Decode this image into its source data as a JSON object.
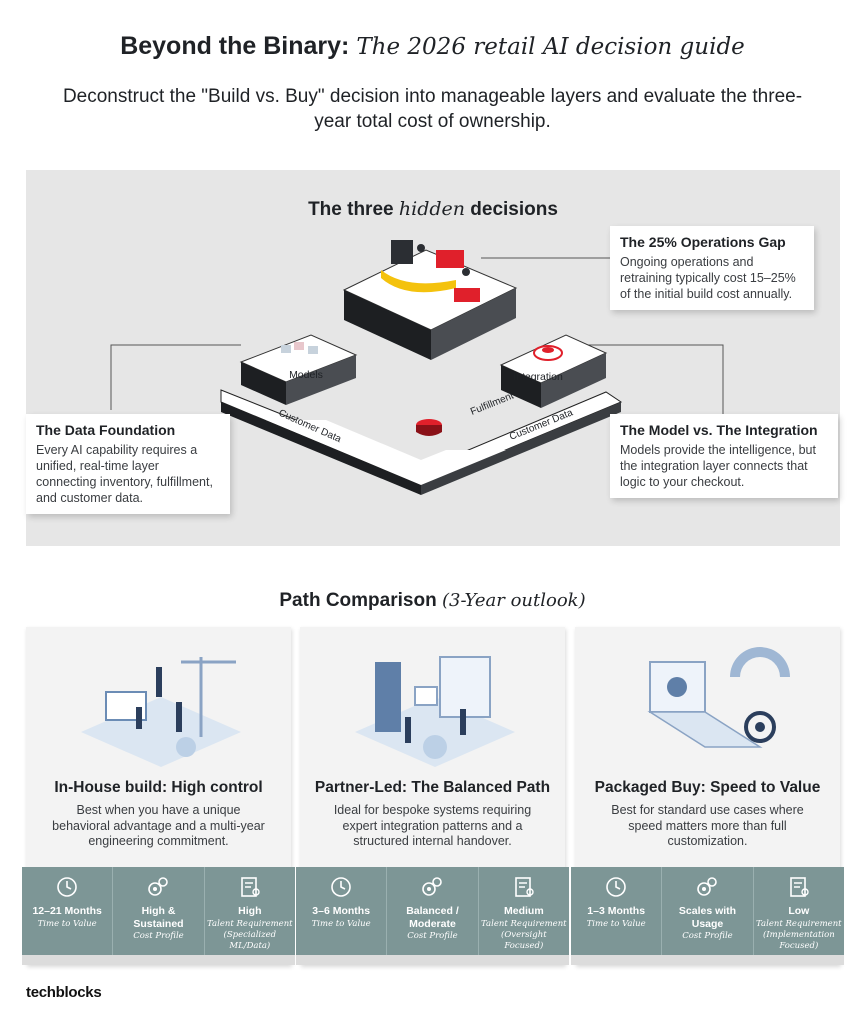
{
  "header": {
    "title_bold": "Beyond the Binary:",
    "title_italic": "The 2026 retail AI decision guide",
    "subtitle": "Deconstruct the \"Build vs. Buy\" decision into manageable layers and evaluate the three-year total cost of ownership."
  },
  "hidden_decisions": {
    "title_pre": "The three",
    "title_italic": "hidden",
    "title_post": "decisions",
    "platform_labels": {
      "models": "Models",
      "integration": "Integration",
      "fulfillment": "Fulfillment",
      "customer_data_left": "Customer Data",
      "customer_data_right": "Customer Data"
    },
    "notes": {
      "ops_gap": {
        "title": "The 25% Operations Gap",
        "text": "Ongoing operations and retraining typically cost 15–25% of the initial build cost annually."
      },
      "data_foundation": {
        "title": "The Data Foundation",
        "text": "Every AI capability requires a unified, real-time layer connecting inventory, fulfillment, and customer data."
      },
      "model_vs_integration": {
        "title": "The Model vs. The Integration",
        "text": "Models provide the intelligence, but the integration layer connects that logic to your checkout."
      }
    }
  },
  "comparison": {
    "title": "Path Comparison",
    "title_italic": "(3-Year outlook)",
    "cards": [
      {
        "title": "In-House build: High control",
        "description": "Best when you have a unique behavioral advantage and a multi-year engineering commitment.",
        "metrics": [
          {
            "icon": "clock-icon",
            "value": "12–21 Months",
            "label": "Time to Value"
          },
          {
            "icon": "gears-money-icon",
            "value": "High & Sustained",
            "label": "Cost Profile"
          },
          {
            "icon": "checklist-person-icon",
            "value": "High",
            "label": "Talent Requirement (Specialized ML/Data)"
          }
        ]
      },
      {
        "title": "Partner-Led: The Balanced Path",
        "description": "Ideal for bespoke systems requiring expert integration patterns and a structured internal handover.",
        "metrics": [
          {
            "icon": "clock-icon",
            "value": "3–6 Months",
            "label": "Time to Value"
          },
          {
            "icon": "gears-money-icon",
            "value": "Balanced / Moderate",
            "label": "Cost Profile"
          },
          {
            "icon": "checklist-person-icon",
            "value": "Medium",
            "label": "Talent Requirement (Oversight Focused)"
          }
        ]
      },
      {
        "title": "Packaged Buy: Speed to Value",
        "description": "Best for standard use cases where speed matters more than full customization.",
        "metrics": [
          {
            "icon": "clock-icon",
            "value": "1–3 Months",
            "label": "Time to Value"
          },
          {
            "icon": "gears-money-icon",
            "value": "Scales with Usage",
            "label": "Cost Profile"
          },
          {
            "icon": "checklist-person-icon",
            "value": "Low",
            "label": "Talent Requirement (Implementation Focused)"
          }
        ]
      }
    ]
  },
  "footer": {
    "logo": "techblocks"
  },
  "colors": {
    "accent_red": "#e0202b",
    "metric_band": "#7d9696",
    "panel_bg": "#e6e6e6"
  }
}
